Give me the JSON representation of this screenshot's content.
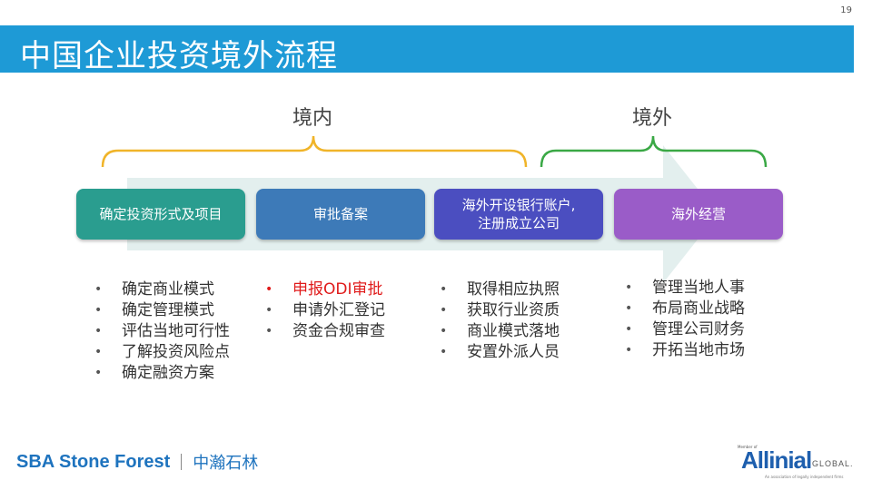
{
  "page_number": "19",
  "title": "中国企业投资境外流程",
  "regions": {
    "domestic": "境内",
    "overseas": "境外"
  },
  "steps": [
    {
      "label": "确定投资形式及项目"
    },
    {
      "label": "审批备案"
    },
    {
      "label_line1": "海外开设银行账户,",
      "label_line2": "注册成立公司"
    },
    {
      "label": "海外经营"
    }
  ],
  "columns": [
    [
      "确定商业模式",
      "确定管理模式",
      "评估当地可行性",
      "了解投资风险点",
      "确定融资方案"
    ],
    [
      "申报ODI审批",
      "申请外汇登记",
      "资金合规审查"
    ],
    [
      "取得相应执照",
      "获取行业资质",
      "商业模式落地",
      "安置外派人员"
    ],
    [
      "管理当地人事",
      "布局商业战略",
      "管理公司财务",
      "开拓当地市场"
    ]
  ],
  "colors": {
    "title_bar": "#1e9ad6",
    "bracket_domestic": "#f0b429",
    "bracket_overseas": "#3aa845",
    "step1": "#2a9d8f",
    "step2": "#3d7ab8",
    "step3": "#4b4ec0",
    "step4": "#9a5cc8",
    "highlight": "#e01b1b"
  },
  "footer": {
    "brand": "SBA Stone Forest",
    "brand_cn": "中瀚石林",
    "partner_member": "Member of",
    "partner": "Allinial",
    "partner_suffix": "GLOBAL.",
    "partner_tagline": "An association of legally independent firms"
  }
}
